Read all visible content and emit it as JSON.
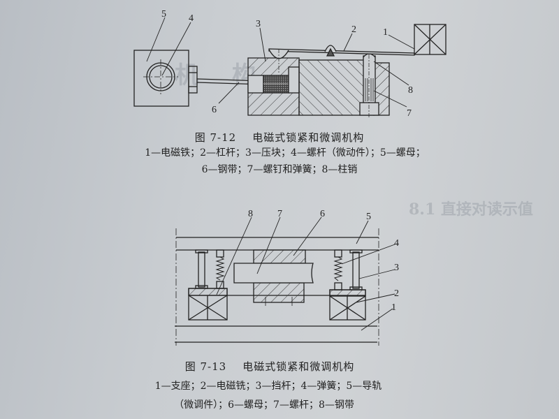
{
  "figure_7_12": {
    "number": "图 7-12",
    "title": "电磁式锁紧和微调机构",
    "legend_line1": "1—电磁铁；2—杠杆；3—压块；4—螺杆（微动件）；5—螺母；",
    "legend_line2": "6—钢带；7—螺钉和弹簧；8—柱销",
    "part_labels": [
      "1",
      "2",
      "3",
      "4",
      "5",
      "6",
      "7",
      "8"
    ]
  },
  "figure_7_13": {
    "number": "图 7-13",
    "title": "电磁式锁紧和微调机构",
    "legend_line1": "1—支座；2—电磁铣；3—挡杆；4—弹簧；5—导轨",
    "legend_line2": "（微调件）；6—螺母；7—螺杆；8—钢带",
    "part_labels": [
      "1",
      "2",
      "3",
      "4",
      "5",
      "6",
      "7",
      "8"
    ]
  },
  "bleed_through": {
    "heading": "8.1  直接对读示值",
    "chapter": "机 构"
  }
}
